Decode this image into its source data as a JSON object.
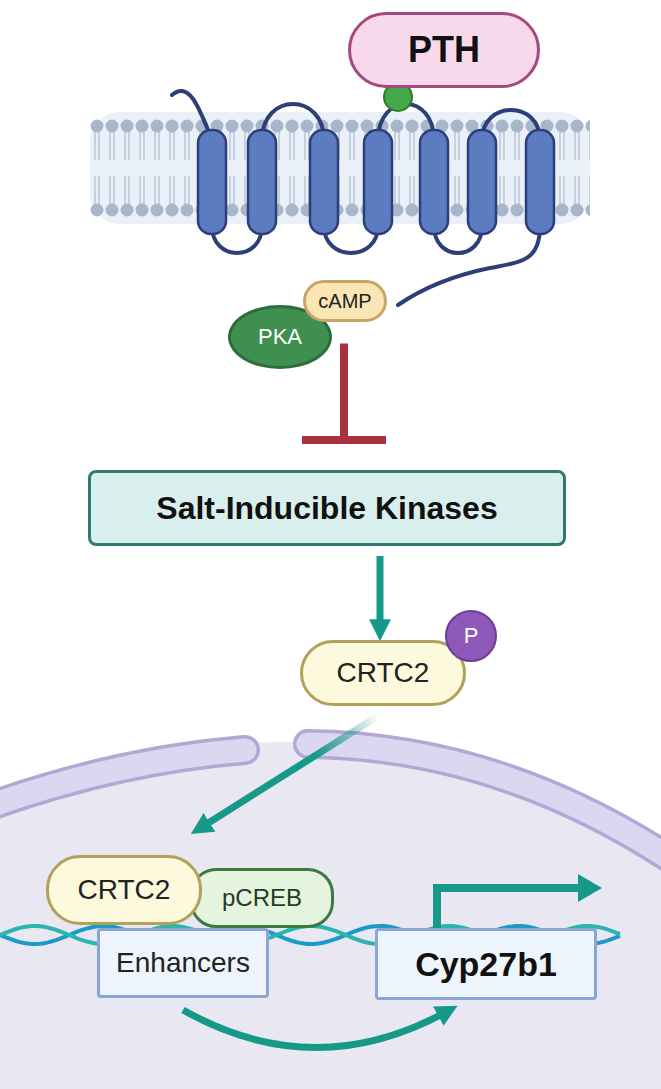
{
  "diagram": {
    "nodes": [
      {
        "text": [
          "PTH"
        ]
      },
      {
        "text": [
          "PKA"
        ]
      },
      {
        "text": [
          "cAMP"
        ]
      },
      {
        "text": [
          "Salt-Inducible Kinases"
        ]
      },
      {
        "text": [
          "CRTC2"
        ]
      },
      {
        "text": [
          "P"
        ],
        "in": 4
      },
      {
        "text": [
          "CRTC2"
        ]
      },
      {
        "text": [
          "pCREB"
        ]
      },
      {
        "text": [
          "Enhancers"
        ]
      },
      {
        "text": [
          "Cyp27b1"
        ]
      }
    ],
    "edges": [
      {
        "from": 1,
        "to": 3,
        "arrow": "to"
      },
      {
        "from": 3,
        "to": 4,
        "arrow": "to"
      },
      {
        "from": 4,
        "to": 6,
        "arrow": "to"
      },
      {
        "from": 8,
        "to": 9,
        "arrow": "to"
      }
    ]
  }
}
